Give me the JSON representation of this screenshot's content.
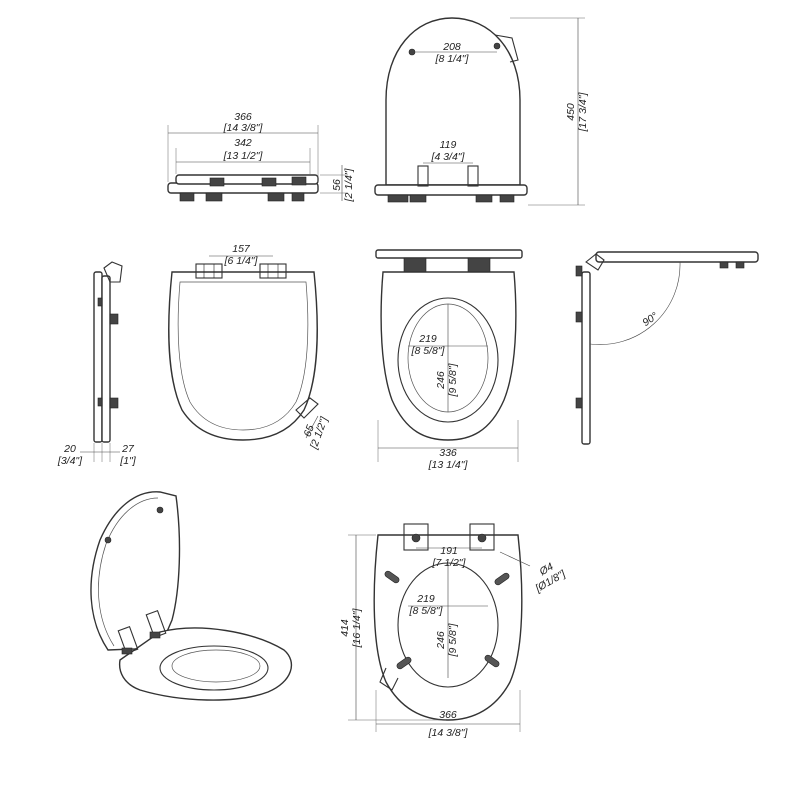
{
  "dimensions": {
    "width_top": {
      "mm": "366",
      "inch": "[14 3/8\"]"
    },
    "width_inner": {
      "mm": "342",
      "inch": "[13 1/2\"]"
    },
    "height_side": {
      "mm": "56",
      "inch": "[2 1/4\"]"
    },
    "hinge_spacing_top": {
      "mm": "208",
      "inch": "[8 1/4\"]"
    },
    "hinge_spacing_bottom": {
      "mm": "119",
      "inch": "[4 3/4\"]"
    },
    "length_total": {
      "mm": "450",
      "inch": "[17 3/4\"]"
    },
    "hinge_width": {
      "mm": "157",
      "inch": "[6 1/4\"]"
    },
    "bumper": {
      "mm": "65",
      "inch": "[2 1/2\"]"
    },
    "thickness_lid": {
      "mm": "20",
      "inch": "[3/4\"]"
    },
    "thickness_seat": {
      "mm": "27",
      "inch": "[1\"]"
    },
    "opening_width": {
      "mm": "219",
      "inch": "[8 5/8\"]"
    },
    "opening_length": {
      "mm": "246",
      "inch": "[9 5/8\"]"
    },
    "seat_width": {
      "mm": "336",
      "inch": "[13 1/4\"]"
    },
    "open_angle": {
      "mm": "90°"
    },
    "bolt_spacing": {
      "mm": "191",
      "inch": "[7 1/2\"]"
    },
    "bolt_diameter": {
      "mm": "Ø4",
      "inch": "[Ø1/8\"]"
    },
    "opening_width_bottom": {
      "mm": "219",
      "inch": "[8 5/8\"]"
    },
    "opening_length_bottom": {
      "mm": "246",
      "inch": "[9 5/8\"]"
    },
    "length_bottom": {
      "mm": "414",
      "inch": "[16 1/4\"]"
    },
    "width_bottom": {
      "mm": "366",
      "inch": "[14 3/8\"]"
    }
  },
  "colors": {
    "line": "#333333",
    "dimension": "#444444",
    "background": "#ffffff"
  }
}
